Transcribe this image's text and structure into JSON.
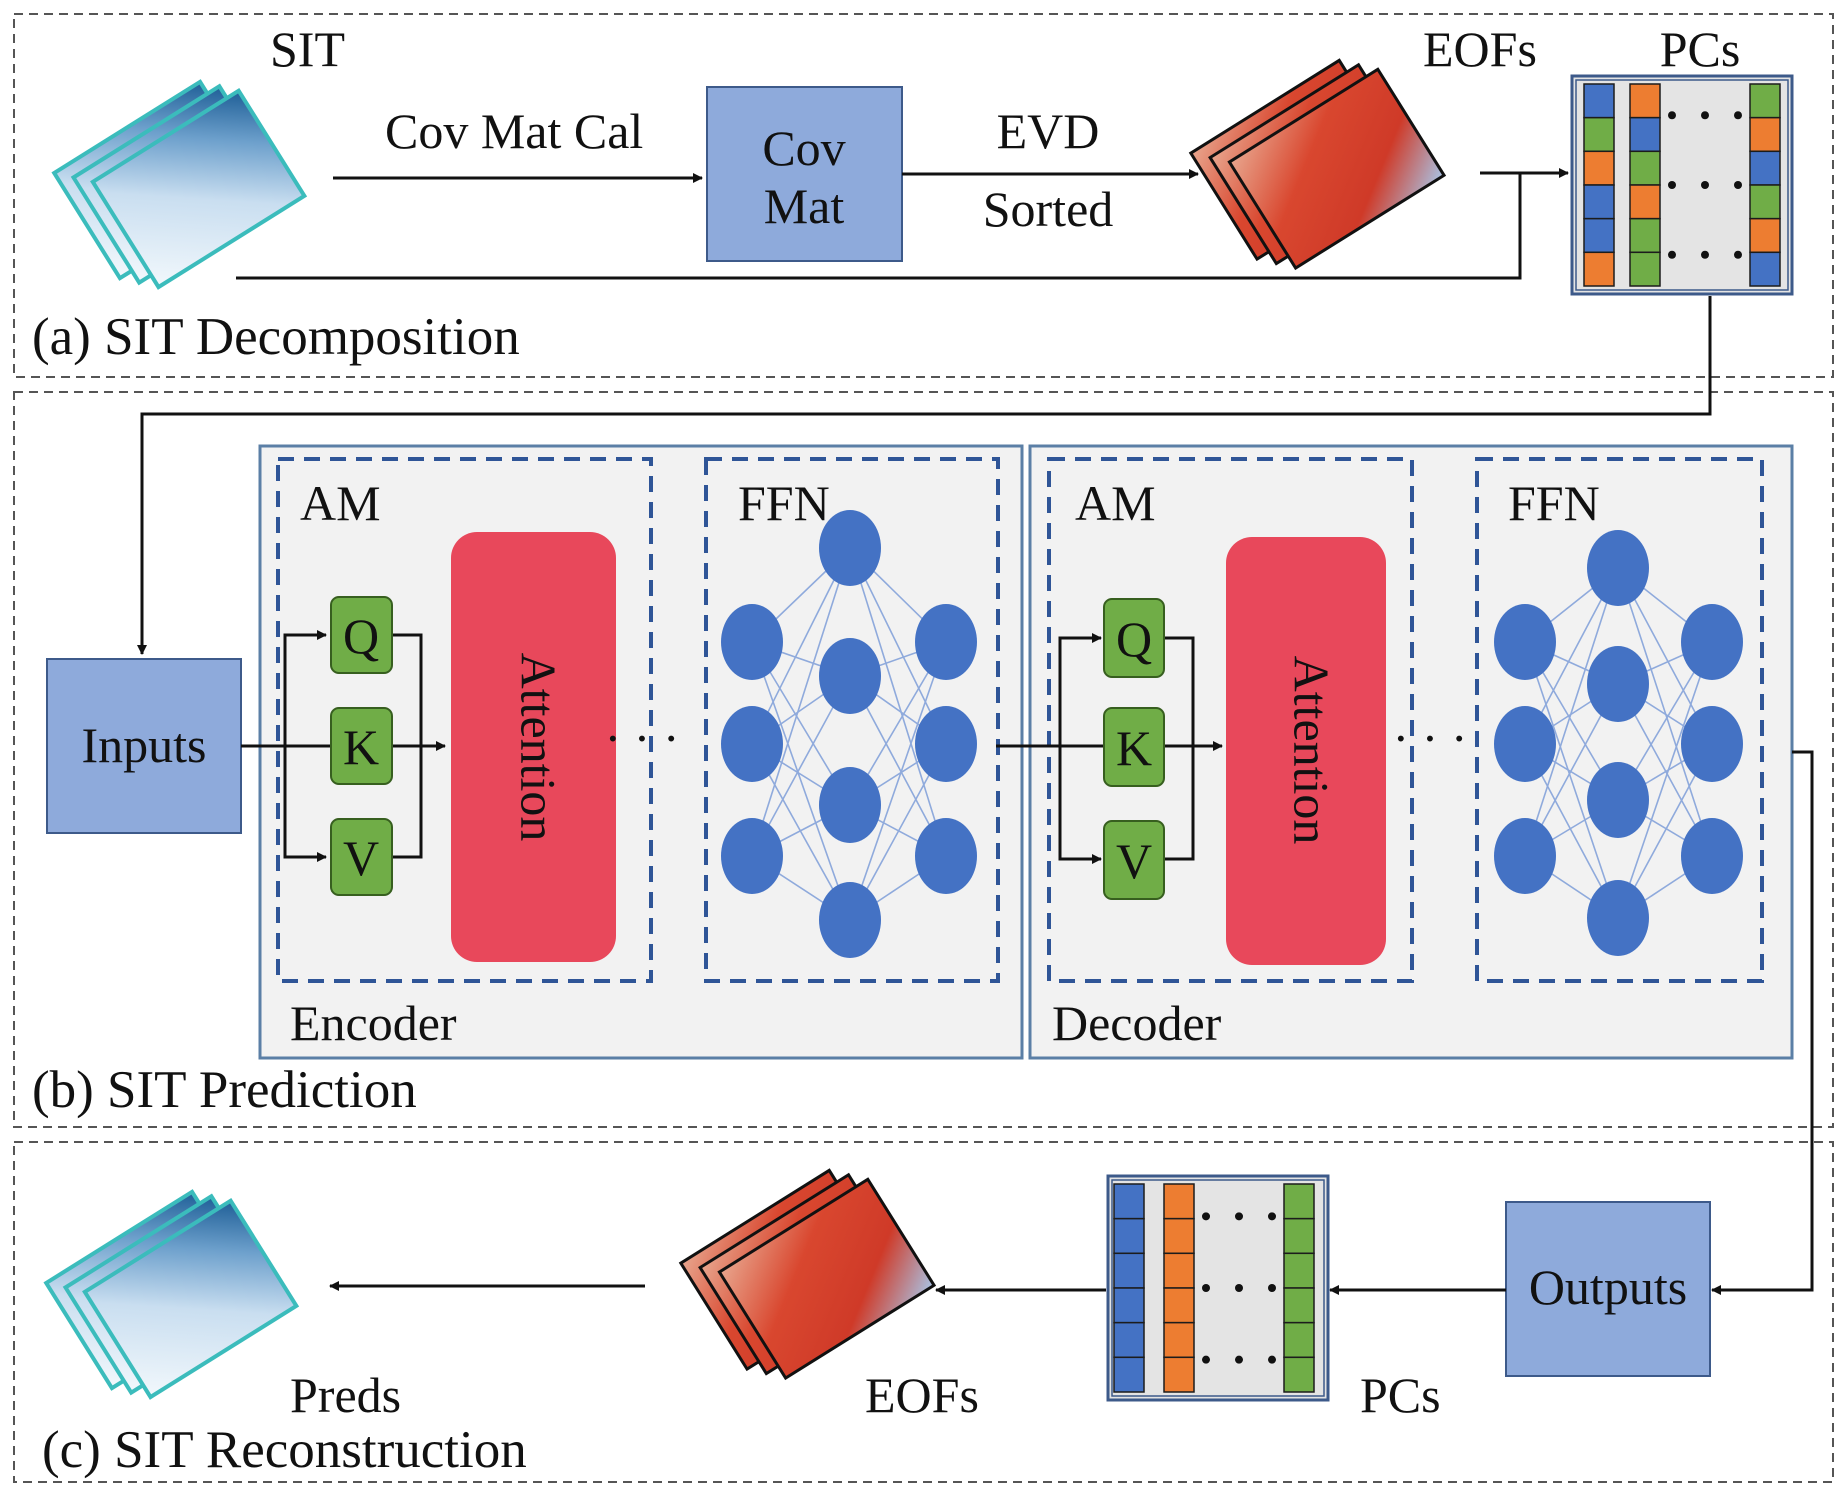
{
  "decomposition": {
    "section_label": "(a) SIT Decomposition",
    "sit_label": "SIT",
    "covmat_edge_label": "Cov Mat Cal",
    "covmat_line1": "Cov",
    "covmat_line2": "Mat",
    "evd_label": "EVD",
    "sorted_label": "Sorted",
    "eofs_label": "EOFs",
    "pcs_label": "PCs"
  },
  "prediction": {
    "section_label": "(b) SIT Prediction",
    "inputs_label": "Inputs",
    "encoder": {
      "label": "Encoder",
      "am_label": "AM",
      "ffn_label": "FFN",
      "q": "Q",
      "k": "K",
      "v": "V",
      "attention_label": "Attention"
    },
    "decoder": {
      "label": "Decoder",
      "am_label": "AM",
      "ffn_label": "FFN",
      "q": "Q",
      "k": "K",
      "v": "V",
      "attention_label": "Attention"
    }
  },
  "reconstruction": {
    "section_label": "(c) SIT Reconstruction",
    "preds_label": "Preds",
    "eofs_label": "EOFs",
    "pcs_label": "PCs",
    "outputs_label": "Outputs"
  },
  "colors": {
    "box_blue": "#8eaadb",
    "node_blue": "#4472c4",
    "attention_red": "#e8485b",
    "qkv_green": "#70ad47",
    "pc_orange": "#ed7d31",
    "panel_grey": "#f2f2f2",
    "frame_blue": "#5b7fa6",
    "dash_blue": "#2f5597",
    "edge_blue": "#8faadc"
  }
}
